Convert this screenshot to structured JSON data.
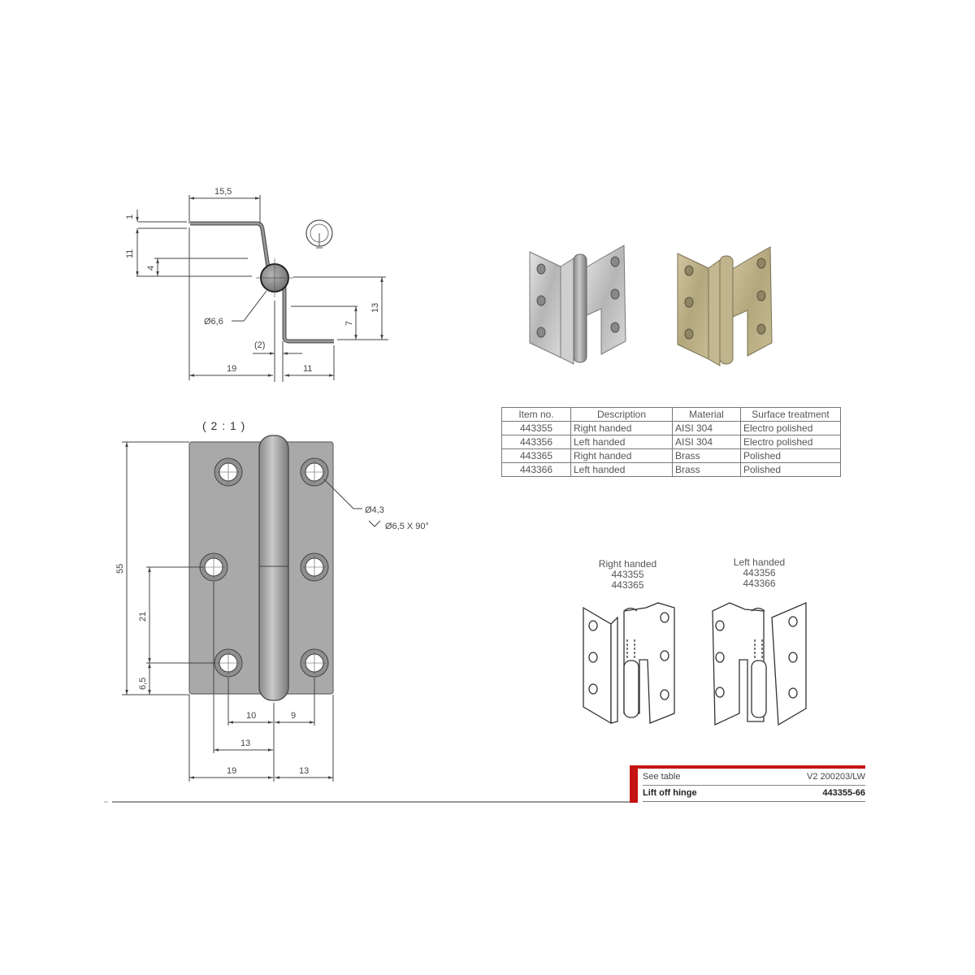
{
  "drawing": {
    "scale_label": "( 2 : 1 )",
    "side_view_dims": {
      "width_top": "15,5",
      "thickness": "1",
      "height_upper": "11",
      "offset_upper": "4",
      "pin_diameter": "Ø6,6",
      "height_lower": "13",
      "offset_lower": "7",
      "gap": "(2)",
      "width_left": "19",
      "width_right": "11"
    },
    "front_view_dims": {
      "height_total": "55",
      "hole_spacing": "21",
      "hole_edge": "6,5",
      "hole_to_pin_left": "10",
      "hole_to_pin_right": "9",
      "hole_offset_left": "13",
      "leaf_left": "19",
      "leaf_right": "13",
      "hole_diameter": "Ø4,3",
      "countersink": "Ø6,5 X 90°"
    }
  },
  "spec_table": {
    "headers": [
      "Item no.",
      "Description",
      "Material",
      "Surface treatment"
    ],
    "rows": [
      [
        "443355",
        "Right handed",
        "AISI 304",
        "Electro polished"
      ],
      [
        "443356",
        "Left handed",
        "AISI 304",
        "Electro polished"
      ],
      [
        "443365",
        "Right handed",
        "Brass",
        "Polished"
      ],
      [
        "443366",
        "Left handed",
        "Brass",
        "Polished"
      ]
    ]
  },
  "variants": {
    "right": {
      "label": "Right handed",
      "item_a": "443355",
      "item_b": "443365"
    },
    "left": {
      "label": "Left handed",
      "item_a": "443356",
      "item_b": "443366"
    }
  },
  "product_renders": {
    "steel_color": "#b8b8b8",
    "brass_color": "#b9ae86"
  },
  "title_block": {
    "material": "See table",
    "version": "V2 200203/LW",
    "title": "Lift off hinge",
    "item_range": "443355-66",
    "accent_color": "#c41414"
  }
}
